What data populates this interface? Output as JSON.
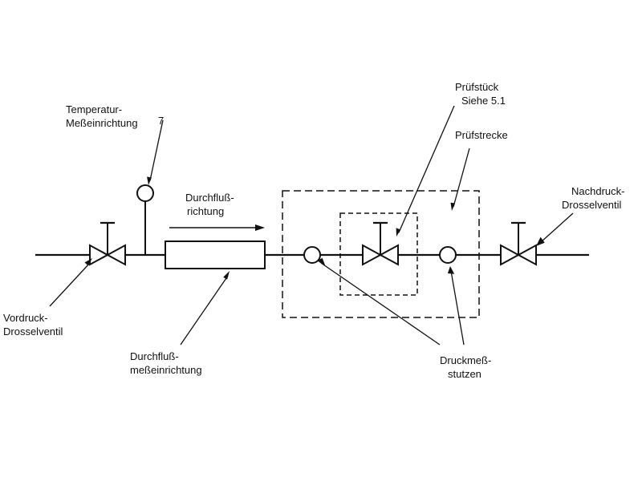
{
  "labels": {
    "temperature_line1": "Temperatur-",
    "temperature_line2": "Meßeinrichtung",
    "temperature_number": "7",
    "flow_dir_line1": "Durchfluß-",
    "flow_dir_line2": "richtung",
    "test_piece_line1": "Prüfstück",
    "test_piece_line2": "Siehe 5.1",
    "test_section": "Prüfstrecke",
    "downstream_valve_line1": "Nachdruck-",
    "downstream_valve_line2": "Drosselventil",
    "upstream_valve_line1": "Vordruck-",
    "upstream_valve_line2": "Drosselventil",
    "flowmeter_line1": "Durchfluß-",
    "flowmeter_line2": "meßeinrichtung",
    "pressure_tap_line1": "Druckmeß-",
    "pressure_tap_line2": "stutzen"
  }
}
